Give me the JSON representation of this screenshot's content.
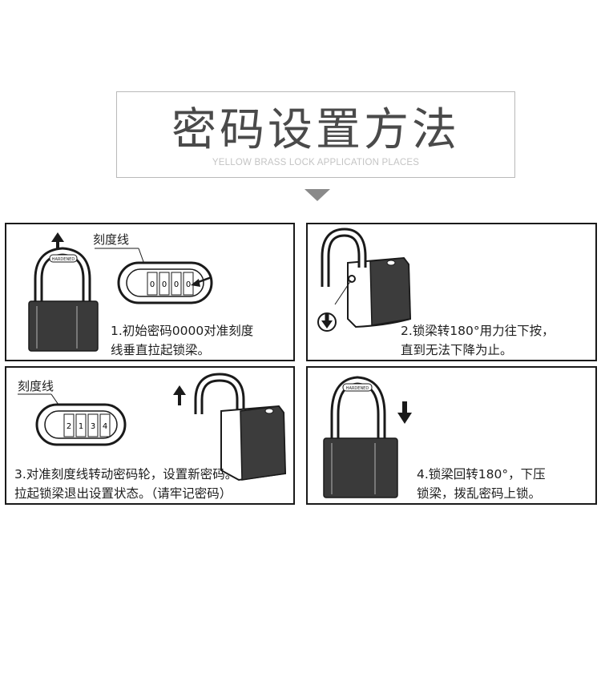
{
  "header": {
    "title": "密码设置方法",
    "subtitle": "YELLOW BRASS LOCK APPLICATION PLACES"
  },
  "steps": [
    {
      "label": "刻度线",
      "caption_line1": "1.初始密码0000对准刻度",
      "caption_line2": "线垂直拉起锁梁。",
      "lock_badge": "HARDENED",
      "dial_digits": [
        "0",
        "0",
        "0",
        "0"
      ]
    },
    {
      "caption_line1": "2.锁梁转180°用力往下按，",
      "caption_line2": "直到无法下降为止。"
    },
    {
      "label": "刻度线",
      "caption_line1": "3.对准刻度线转动密码轮，设置新密码。",
      "caption_line2": "拉起锁梁退出设置状态。（请牢记密码）",
      "dial_digits": [
        "2",
        "1",
        "3",
        "4"
      ]
    },
    {
      "caption_line1": "4.锁梁回转180°，下压",
      "caption_line2": "锁梁，拨乱密码上锁。",
      "lock_badge": "HARDENED"
    }
  ],
  "colors": {
    "line": "#1a1a1a",
    "lock_body": "#333333",
    "title": "#4a4a4a",
    "subtitle": "#c4c4c4"
  }
}
